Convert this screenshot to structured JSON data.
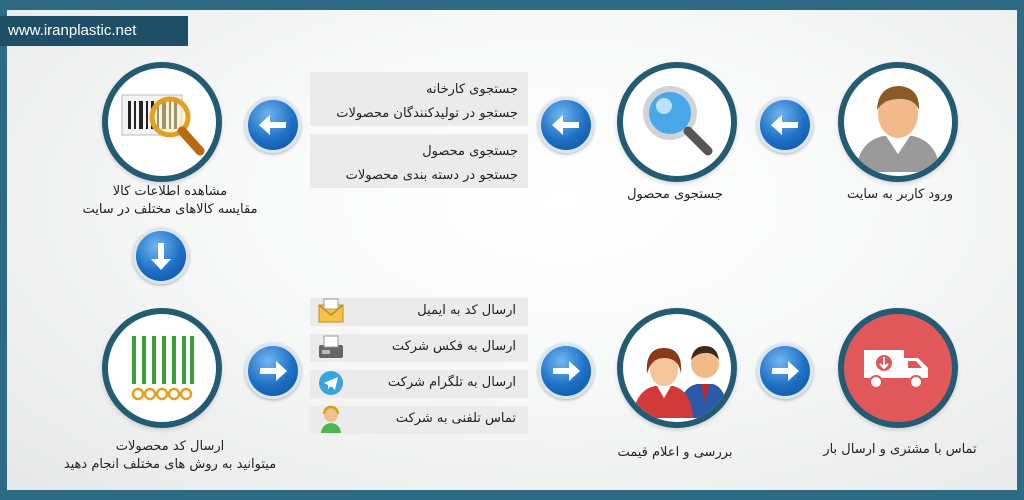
{
  "site": {
    "url": "www.iranplastic.net"
  },
  "steps": {
    "login": {
      "caption": "ورود کاربر به سایت"
    },
    "search": {
      "caption": "جستجوی محصول"
    },
    "view": {
      "caption_1": "مشاهده اطلاعات کالا",
      "caption_2": "مقایسه کالاهای مختلف در سایت"
    },
    "send_code": {
      "caption_1": "ارسال کد محصولات",
      "caption_2": "میتوانید به روش های مختلف انجام دهید"
    },
    "review": {
      "caption": "بررسی و اعلام قیمت"
    },
    "delivery": {
      "caption": "تماس با مشتری و ارسال بار"
    }
  },
  "search_boxes": [
    {
      "title": "جستجوی کارخانه",
      "subtitle": "جستجو در تولیدکنندگان محصولات"
    },
    {
      "title": "جستجوی محصول",
      "subtitle": "جستجو در دسته بندی محصولات"
    }
  ],
  "send_options": [
    {
      "label": "ارسال کد به ایمیل",
      "icon": "email-icon"
    },
    {
      "label": "ارسال به فکس شرکت",
      "icon": "fax-icon"
    },
    {
      "label": "ارسال به تلگرام شرکت",
      "icon": "telegram-icon"
    },
    {
      "label": "تماس تلفنی به شرکت",
      "icon": "phone-support-icon"
    }
  ]
}
